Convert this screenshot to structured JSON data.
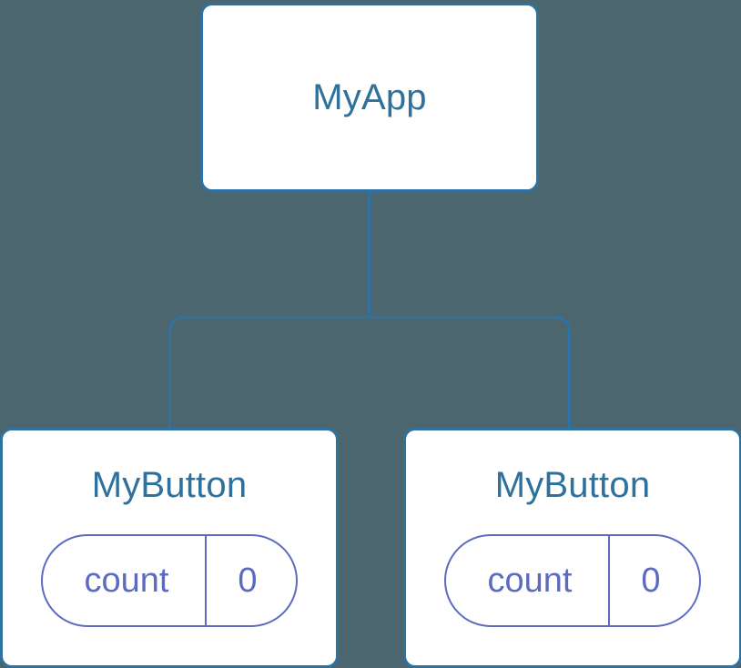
{
  "diagram": {
    "kind": "component-tree",
    "background_color": "#4c6670",
    "edge_color": "#2d72a0",
    "node_border_color": "#2d72a0",
    "node_fill_color": "#ffffff",
    "node_title_color": "#2d719c",
    "pill_color": "#5c6bc0"
  },
  "root": {
    "title": "MyApp"
  },
  "children": [
    {
      "title": "MyButton",
      "state": {
        "key": "count",
        "value": "0"
      }
    },
    {
      "title": "MyButton",
      "state": {
        "key": "count",
        "value": "0"
      }
    }
  ]
}
